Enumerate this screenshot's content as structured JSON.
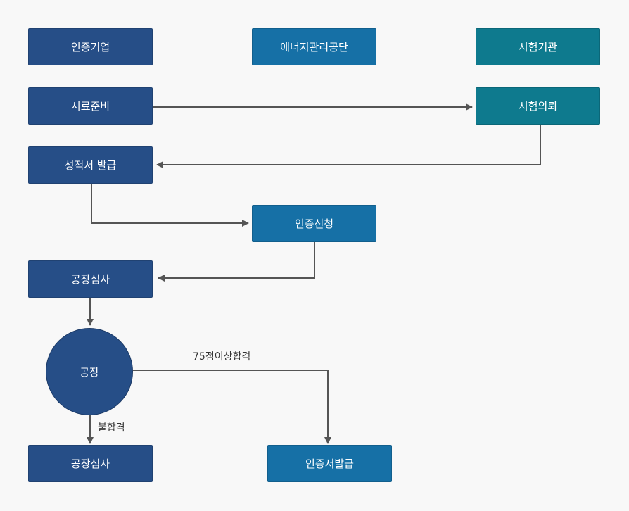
{
  "columns": {
    "company": "인증기업",
    "agency": "에너지관리공단",
    "lab": "시험기관"
  },
  "steps": {
    "sample_prep": "시료준비",
    "test_request": "시험의뢰",
    "report_issue": "성적서 발급",
    "cert_apply": "인증신청",
    "factory_audit": "공장심사",
    "factory": "공장",
    "factory_audit_retry": "공장심사",
    "cert_issue": "인증서발급"
  },
  "edge_labels": {
    "pass": "75점이상합격",
    "fail": "불합격"
  },
  "colors": {
    "navy": "#264e87",
    "blue": "#1670a6",
    "teal": "#0e7a8e",
    "line": "#555555"
  }
}
